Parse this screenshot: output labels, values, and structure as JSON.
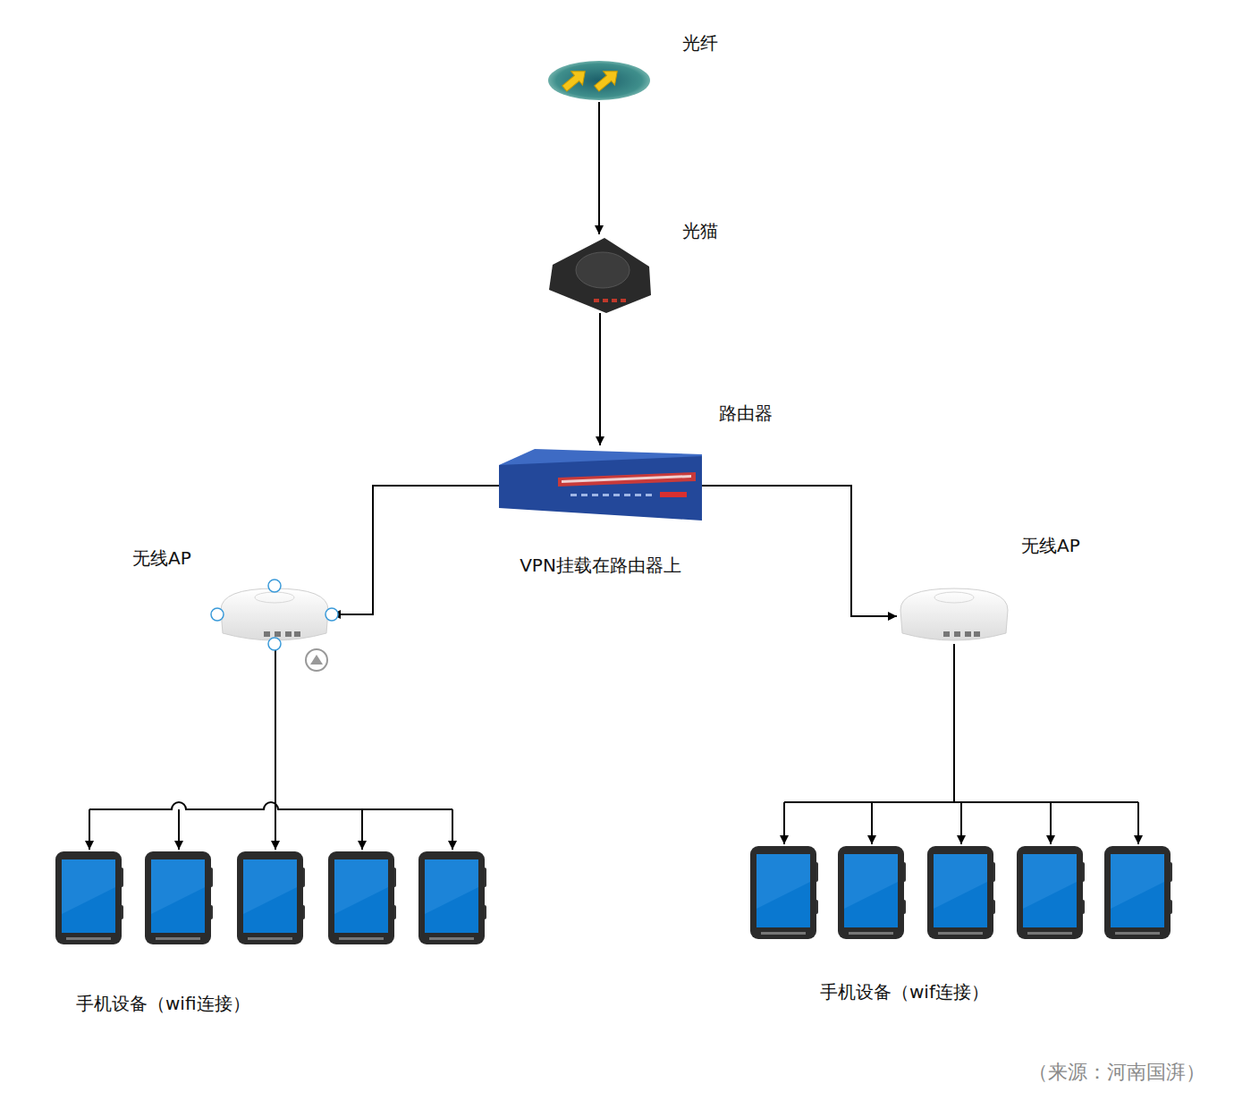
{
  "diagram": {
    "nodes": [
      {
        "text": [
          "光纤"
        ]
      },
      {
        "text": [
          "光猫"
        ]
      },
      {
        "text": [
          "路由器",
          "VPN挂载在路由器上"
        ]
      },
      {
        "text": [
          "无线AP"
        ]
      },
      {
        "text": [
          "无线AP"
        ]
      },
      {
        "text": [
          "手机设备（wifi连接）"
        ]
      },
      {
        "text": [
          "手机设备（wif连接）"
        ]
      }
    ],
    "edges": [
      {
        "from": 0,
        "to": 1,
        "arrow": "to"
      },
      {
        "from": 1,
        "to": 2,
        "arrow": "to"
      },
      {
        "from": 2,
        "to": 3,
        "arrow": "to"
      },
      {
        "from": 2,
        "to": 4,
        "arrow": "to"
      },
      {
        "from": 3,
        "to": 5,
        "arrow": "to"
      },
      {
        "from": 4,
        "to": 6,
        "arrow": "to"
      }
    ],
    "labels": [
      "（来源：河南国湃）"
    ]
  }
}
